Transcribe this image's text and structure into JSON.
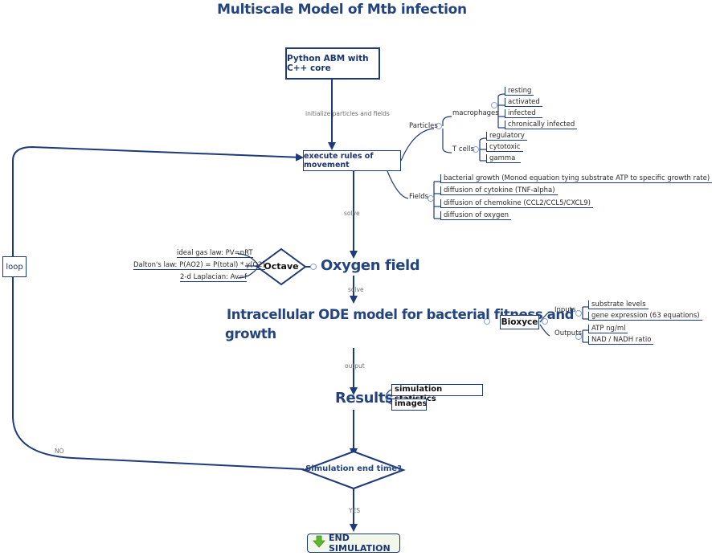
{
  "title": "Multiscale Model of Mtb infection",
  "python_box": "Python ABM with C++ core",
  "init_label": "initialize particles and fields",
  "execute_box": "execute rules of movement",
  "particles": {
    "label": "Particles",
    "macrophages": {
      "label": "macrophages",
      "items": [
        "resting",
        "activated",
        "infected",
        "chronically infected"
      ]
    },
    "tcells": {
      "label": "T cells",
      "items": [
        "regulatory",
        "cytotoxic",
        "gamma"
      ]
    }
  },
  "fields": {
    "label": "Fields",
    "items": [
      "bacterial growth (Monod equation tying substrate ATP to specific growth rate)",
      "diffusion of cytokine (TNF-alpha)",
      "diffusion of chemokine (CCL2/CCL5/CXCL9)",
      "diffusion of oxygen"
    ]
  },
  "solve_label": "solve",
  "octave": {
    "label": "Octave",
    "laws": [
      "ideal gas law:  PV=nRT",
      "Dalton's law:  P(AO2) = P(total) * y(O2)",
      "2-d Laplacian:  Av=f"
    ]
  },
  "oxygen_field": "Oxygen field",
  "solve2_label": "solve",
  "ode_model": {
    "line1": "Intracellular ODE model for bacterial fitness and",
    "line2": "growth"
  },
  "bioxyce": {
    "label": "Bioxyce",
    "inputs_label": "Inputs",
    "inputs": [
      "substrate levels",
      "gene expression (63 equations)"
    ],
    "outputs_label": "Outputs",
    "outputs": [
      "ATP ng/ml",
      "NAD / NADH ratio"
    ]
  },
  "output_label": "output",
  "results": "Results",
  "results_items": [
    "simulation statistics",
    "images"
  ],
  "decision": "Simulation end time?",
  "no_label": "NO",
  "yes_label": "YES",
  "loop": "loop",
  "end_button": "END SIMULATION",
  "colors": {
    "accent": "#1f3a78",
    "title": "#24447f",
    "end_arrow": "#5eb82f",
    "end_bg": "#f1f7ea"
  }
}
